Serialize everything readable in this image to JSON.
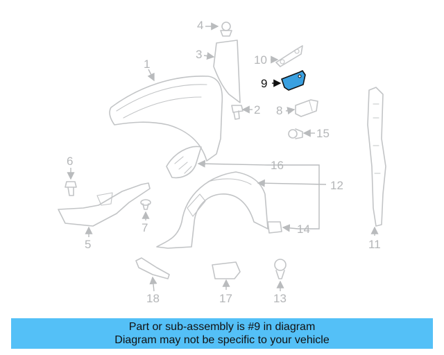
{
  "diagram": {
    "callouts": {
      "c1": "1",
      "c2": "2",
      "c3": "3",
      "c4": "4",
      "c5": "5",
      "c6": "6",
      "c7": "7",
      "c8": "8",
      "c9": "9",
      "c10": "10",
      "c11": "11",
      "c12": "12",
      "c13": "13",
      "c14": "14",
      "c15": "15",
      "c16": "16",
      "c17": "17",
      "c18": "18"
    },
    "highlighted_part": "9",
    "highlight_color": "#3aa0e0"
  },
  "banner": {
    "line1": "Part or sub-assembly is #9 in diagram",
    "line2": "Diagram may not be specific to your vehicle",
    "color": "#54c0f7"
  }
}
